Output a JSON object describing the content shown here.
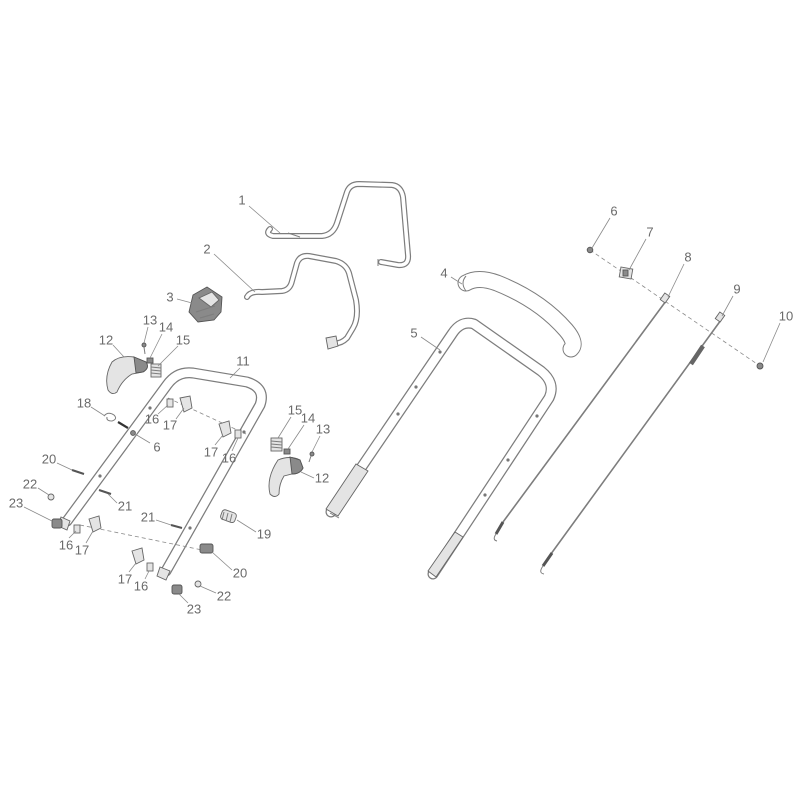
{
  "diagram": {
    "callouts": [
      "1",
      "2",
      "3",
      "4",
      "5",
      "6",
      "7",
      "8",
      "9",
      "10",
      "11",
      "12",
      "13",
      "14",
      "15",
      "18",
      "16",
      "17",
      "6",
      "15",
      "14",
      "13",
      "17",
      "16",
      "12",
      "20",
      "22",
      "21",
      "23",
      "21",
      "19",
      "16",
      "17",
      "20",
      "17",
      "16",
      "22",
      "23"
    ]
  }
}
